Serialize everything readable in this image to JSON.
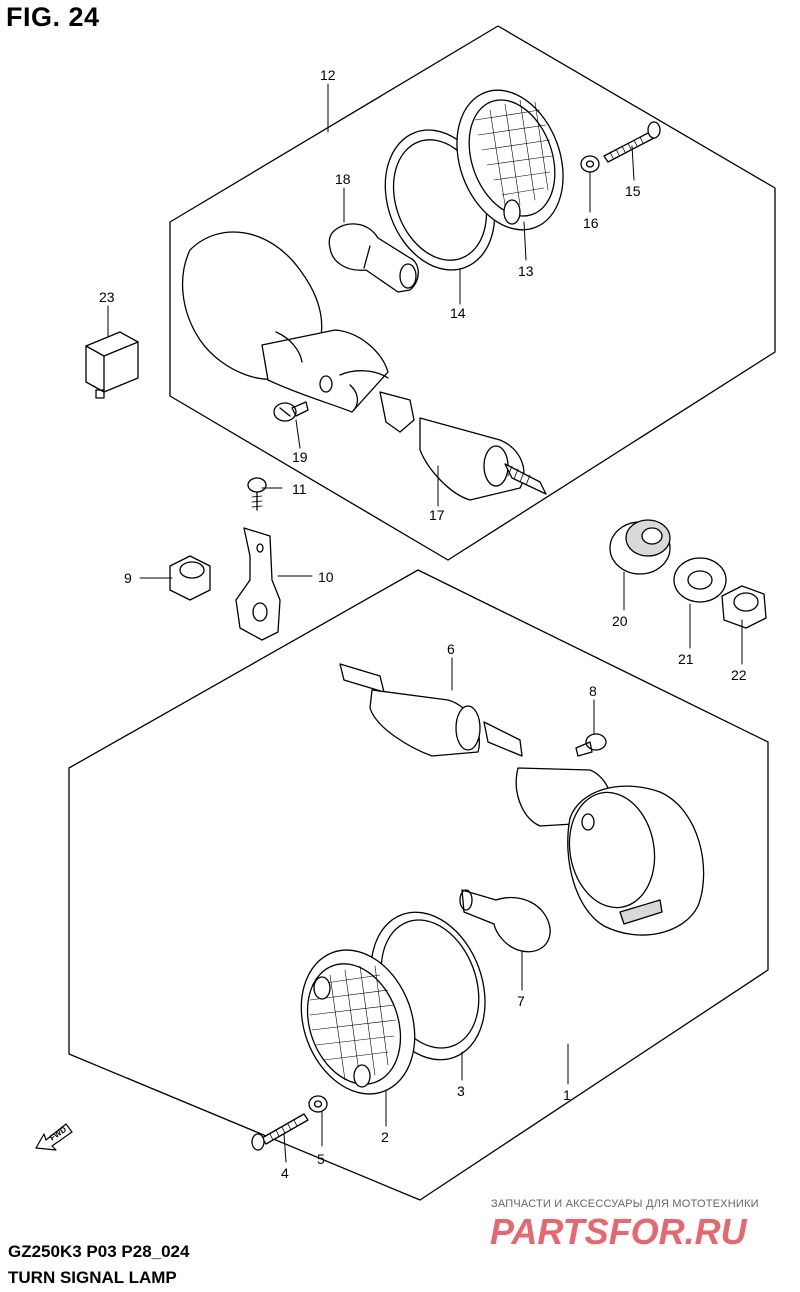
{
  "figure": {
    "title": "FIG. 24",
    "code": "GZ250K3 P03 P28_024",
    "name": "TURN SIGNAL LAMP"
  },
  "callouts": {
    "c1": "1",
    "c2": "2",
    "c3": "3",
    "c4": "4",
    "c5": "5",
    "c6": "6",
    "c7": "7",
    "c8": "8",
    "c9": "9",
    "c10": "10",
    "c11": "11",
    "c12": "12",
    "c13": "13",
    "c14": "14",
    "c15": "15",
    "c16": "16",
    "c17": "17",
    "c18": "18",
    "c19": "19",
    "c20": "20",
    "c21": "21",
    "c22": "22",
    "c23": "23"
  },
  "fwd_label": "FWD",
  "watermark": {
    "line1": "ЗАПЧАСТИ И АКСЕССУАРЫ ДЛЯ МОТОТЕХНИКИ",
    "logo": "PARTSFOR.RU"
  },
  "colors": {
    "line": "#000000",
    "watermark_red": "#e8666e",
    "watermark_gray": "#7a7a7a",
    "shade": "#d9d9d9"
  }
}
